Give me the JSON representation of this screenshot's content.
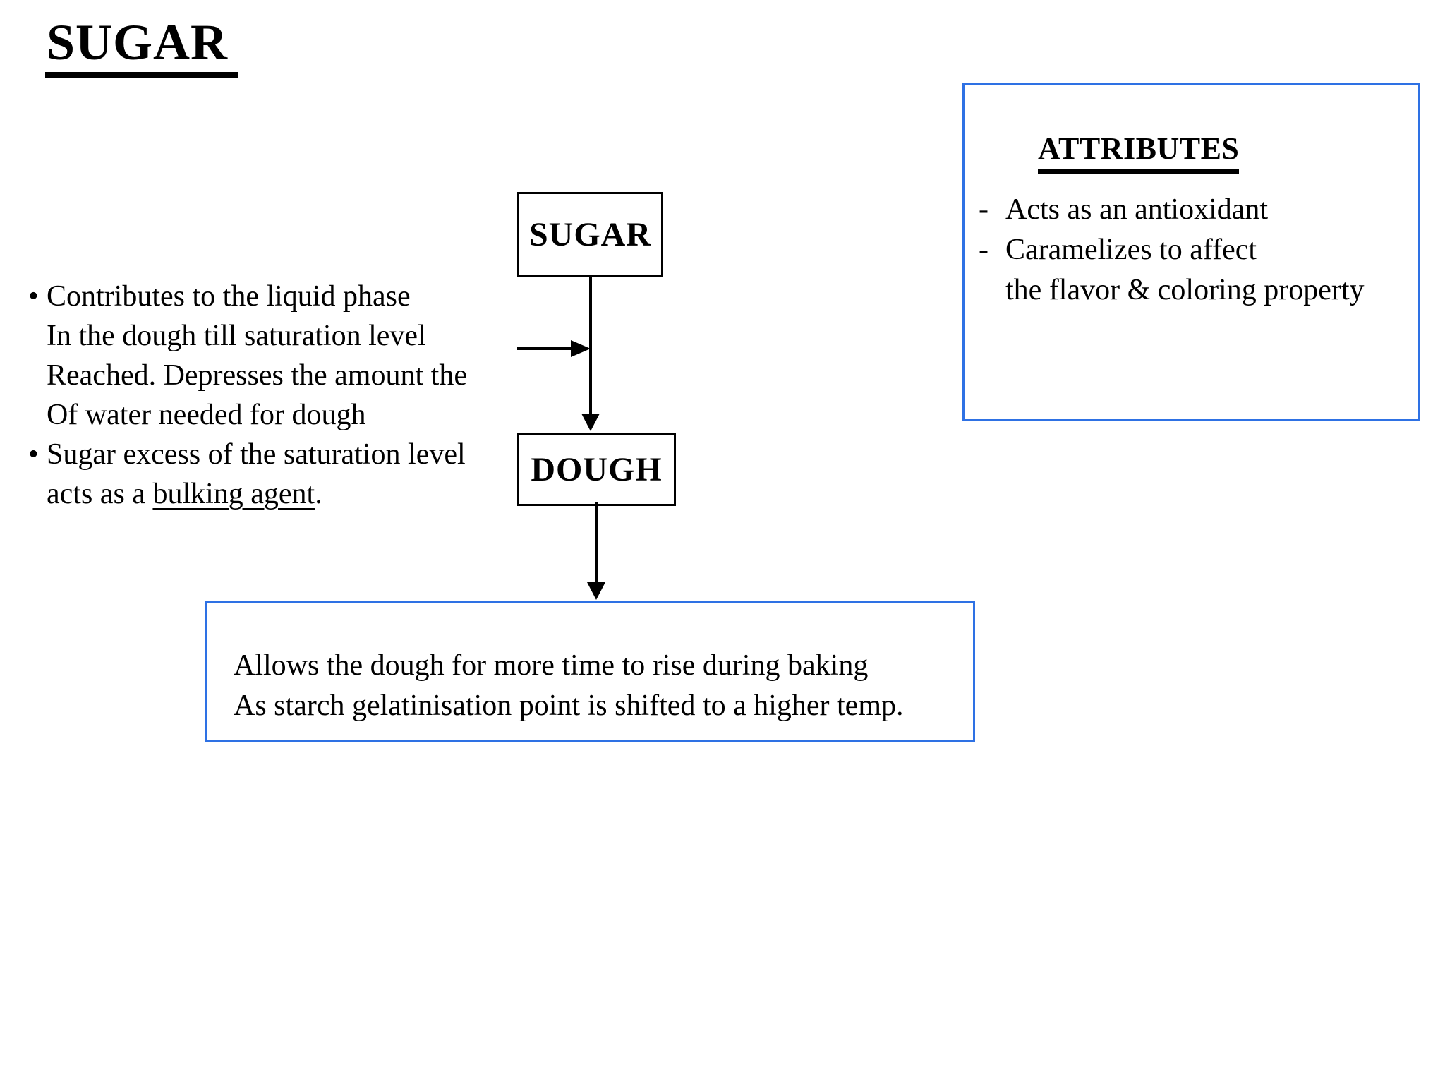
{
  "page": {
    "title": "SUGAR"
  },
  "left_notes": {
    "bullet_char": "•",
    "item1": {
      "line1": "Contributes to the liquid phase",
      "line2": "In the dough till saturation level",
      "line3": "Reached. Depresses the amount the",
      "line4": "Of water needed for dough"
    },
    "item2": {
      "line1": "Sugar excess of the saturation level",
      "line2_pre": "acts as a ",
      "line2_underlined": "bulking agent",
      "line2_post": "."
    }
  },
  "diagram": {
    "sugar_node_label": "SUGAR",
    "dough_node_label": "DOUGH",
    "result_box": {
      "line1": "Allows the dough for more time to rise during baking",
      "line2": "As starch gelatinisation point is shifted to a higher temp."
    }
  },
  "attributes_panel": {
    "title": "ATTRIBUTES",
    "dash_char": "-",
    "item1": "Acts as an antioxidant",
    "item2_line1": "Caramelizes to affect",
    "item2_line2": "the flavor & coloring property"
  },
  "colors": {
    "background": "#ffffff",
    "text": "#000000",
    "node_border": "#000000",
    "panel_border_blue": "#2e71e4"
  }
}
